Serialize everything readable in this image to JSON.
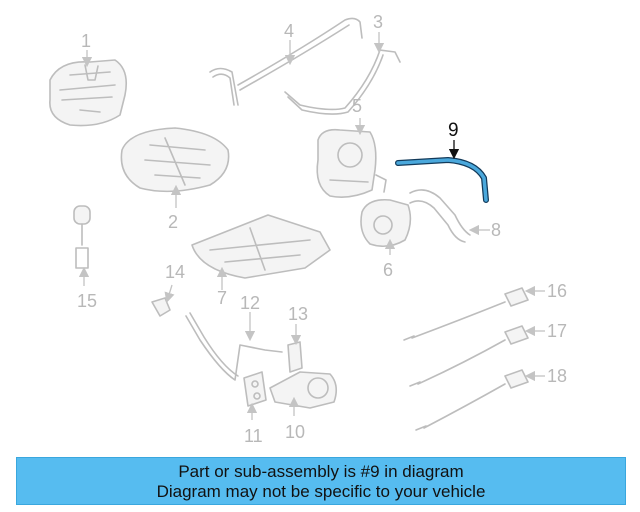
{
  "diagram": {
    "highlighted_part": "9",
    "highlight_color": "#4aa8dc",
    "callouts": [
      "1",
      "2",
      "3",
      "4",
      "5",
      "6",
      "7",
      "8",
      "9",
      "10",
      "11",
      "12",
      "13",
      "14",
      "15",
      "16",
      "17",
      "18"
    ]
  },
  "banner": {
    "line1": "Part or sub-assembly is #9 in diagram",
    "line2": "Diagram may not be specific to your vehicle",
    "background": "#56bcf0"
  }
}
